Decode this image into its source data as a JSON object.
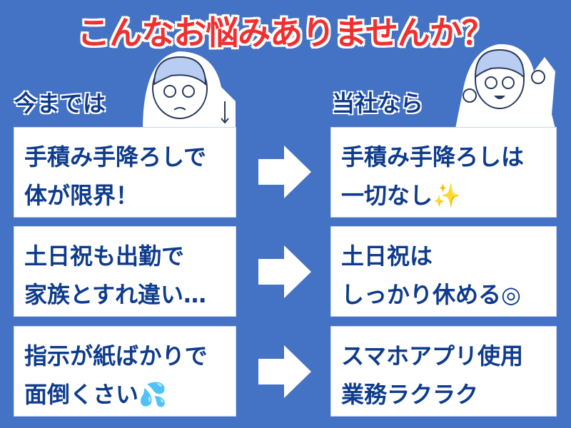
{
  "title": "こんなお悩みありませんか？",
  "before_label": "今までは",
  "after_label": "当社なら",
  "rows": [
    {
      "before": [
        "手積み手降ろしで",
        "体が限界！"
      ],
      "after": [
        "手積み手降ろしは",
        "一切なし✨"
      ]
    },
    {
      "before": [
        "土日祝も出勤で",
        "家族とすれ違い…"
      ],
      "after": [
        "土日祝は",
        "しっかり休める◎"
      ]
    },
    {
      "before": [
        "指示が紙ばかりで",
        "面倒くさい💦"
      ],
      "after": [
        "スマホアプリ使用",
        "業務ラクラク"
      ]
    }
  ],
  "colors": {
    "background": "#4472c4",
    "title": "#f03030",
    "text": "#0e3b8c"
  }
}
